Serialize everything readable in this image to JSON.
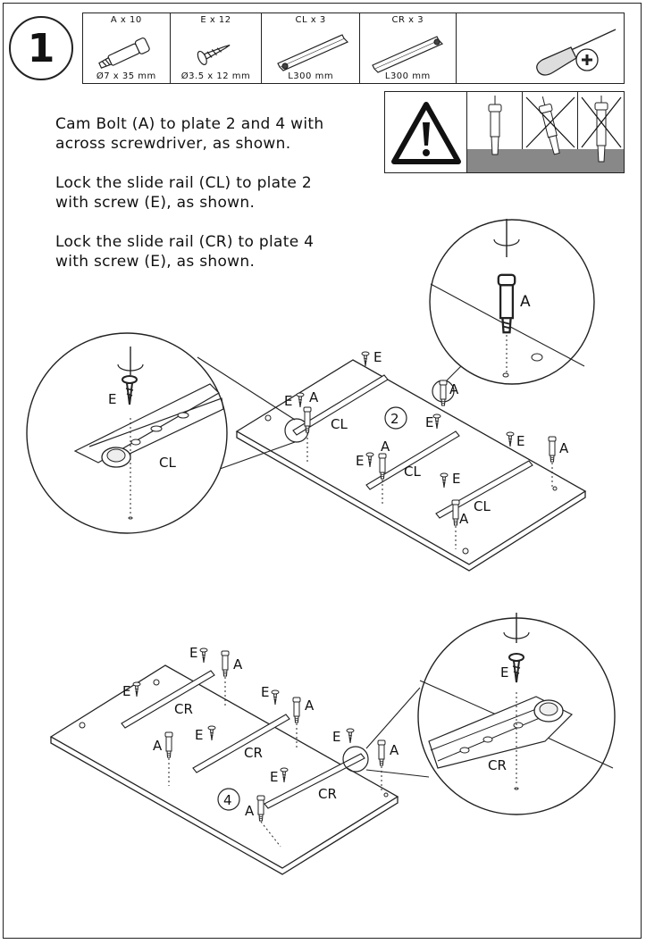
{
  "step_number": "1",
  "parts": [
    {
      "qty": "A x 10",
      "dim": "Ø7 x 35 mm"
    },
    {
      "qty": "E x 12",
      "dim": "Ø3.5 x 12 mm"
    },
    {
      "qty": "CL x 3",
      "dim": "L300 mm"
    },
    {
      "qty": "CR x 3",
      "dim": "L300 mm"
    }
  ],
  "instructions": [
    {
      "line1": "Cam Bolt (A) to plate 2 and 4 with",
      "line2": "across screwdriver, as shown."
    },
    {
      "line1": "Lock the slide rail (CL) to plate 2",
      "line2": "with screw (E), as shown."
    },
    {
      "line1": "Lock the slide rail (CR) to plate 4",
      "line2": "with screw (E), as shown."
    }
  ],
  "labels": {
    "bolt": "A",
    "screw": "E",
    "rail_left": "CL",
    "rail_right": "CR",
    "plate_2": "2",
    "plate_4": "4"
  }
}
